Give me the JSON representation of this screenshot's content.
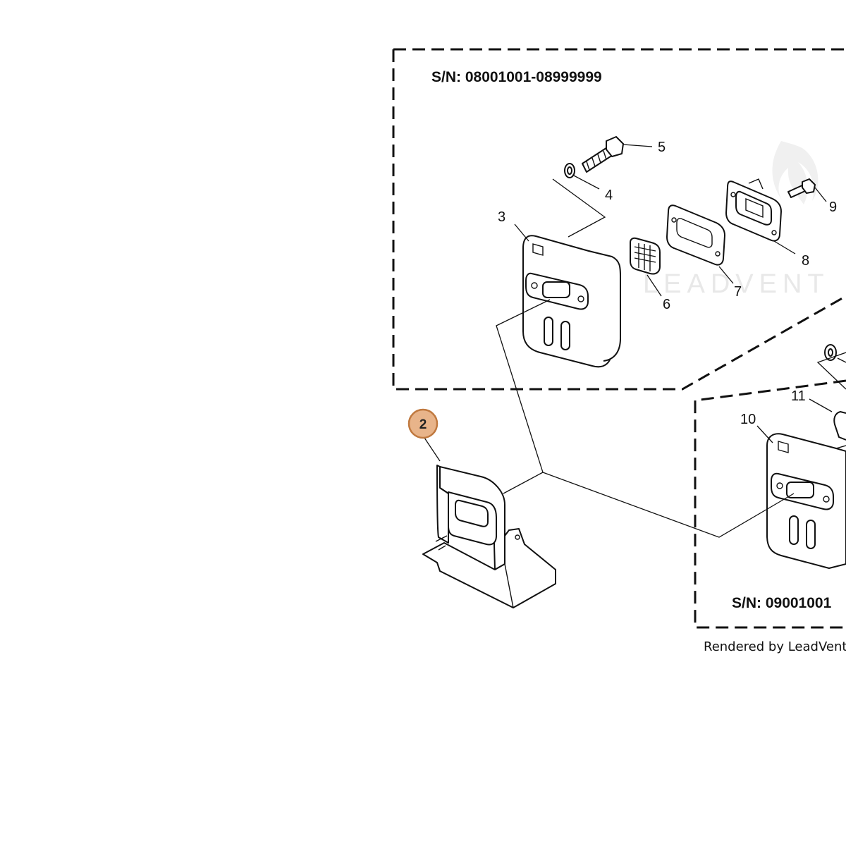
{
  "diagram": {
    "variant_a_label": "S/N: 08001001-08999999",
    "variant_b_label": "S/N: 09001001",
    "watermark": "LEADVENT",
    "credit": "Rendered by LeadVenture",
    "callouts": {
      "c2": "2",
      "c3": "3",
      "c4": "4",
      "c5": "5",
      "c6": "6",
      "c7": "7",
      "c8": "8",
      "c9": "9",
      "c10": "10",
      "c11": "11"
    },
    "highlighted_callout": "2",
    "colors": {
      "highlight_fill": "#e8b48a",
      "highlight_stroke": "#c0793f",
      "line": "#111111"
    }
  }
}
